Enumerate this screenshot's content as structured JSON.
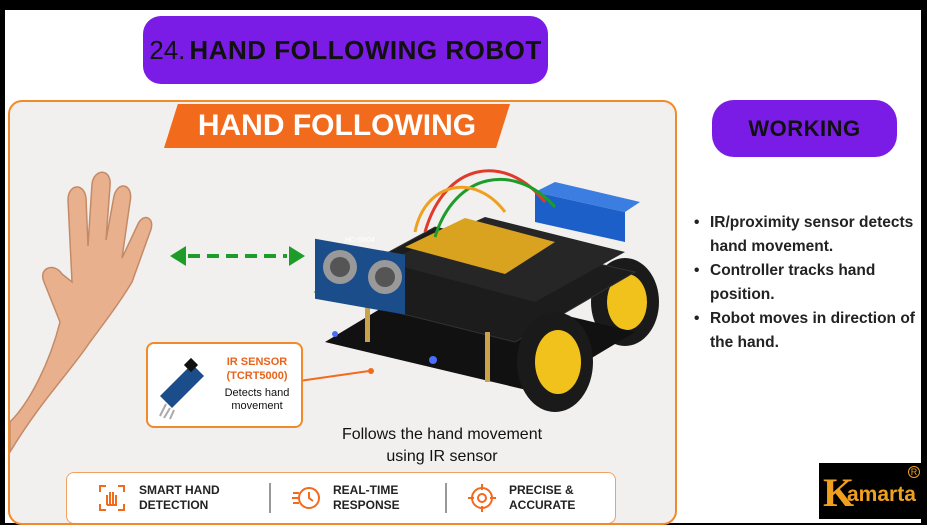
{
  "header": {
    "number": "24.",
    "title": "HAND FOLLOWING ROBOT"
  },
  "illustration": {
    "banner": "HAND FOLLOWING",
    "sensor_label": "HC-SR04",
    "ir_sensor": {
      "title": "IR SENSOR",
      "model": "(TCRT5000)",
      "description": "Detects hand movement"
    },
    "caption_line1": "Follows the hand movement",
    "caption_line2": "using IR sensor",
    "features": [
      {
        "icon": "hand-scan-icon",
        "line1": "SMART HAND",
        "line2": "DETECTION"
      },
      {
        "icon": "clock-speed-icon",
        "line1": "REAL-TIME",
        "line2": "RESPONSE"
      },
      {
        "icon": "target-crosshair-icon",
        "line1": "PRECISE &",
        "line2": "ACCURATE"
      }
    ]
  },
  "working": {
    "title": "WORKING",
    "points": [
      "IR/proximity sensor detects hand movement.",
      "Controller tracks hand position.",
      "Robot moves in direction of the hand."
    ]
  },
  "logo": {
    "text": "amarta",
    "initial": "K",
    "registered": "R"
  },
  "colors": {
    "purple": "#7a1be6",
    "orange": "#f26a1c",
    "green_arrow": "#1e9c2a",
    "logo": "#f0a020"
  }
}
